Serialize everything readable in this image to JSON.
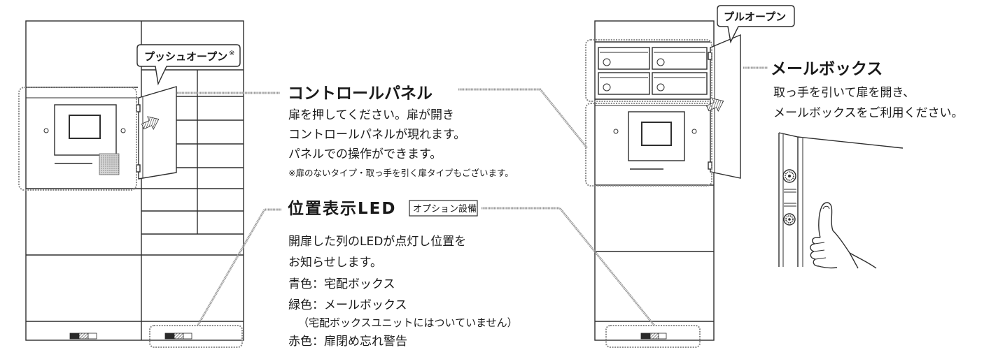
{
  "callouts": {
    "push_open": {
      "label": "プッシュオープン",
      "mark": "※"
    },
    "pull_open": {
      "label": "プルオープン"
    }
  },
  "control_panel": {
    "title": "コントロールパネル",
    "lines": [
      "扉を押してください。扉が開き",
      "コントロールパネルが現れます。",
      "パネルでの操作ができます。"
    ],
    "note": "※扉のないタイプ・取っ手を引く扉タイプもございます。"
  },
  "led": {
    "title": "位置表示LED",
    "option_tag": "オプション設備",
    "lines": [
      "開扉した列のLEDが点灯し位置を",
      "お知らせします。"
    ],
    "legend": [
      {
        "text": "青色：宅配ボックス"
      },
      {
        "text": "緑色：メールボックス",
        "note": "（宅配ボックスユニットにはついていません）"
      },
      {
        "text": "赤色：扉閉め忘れ警告"
      }
    ]
  },
  "mailbox": {
    "title": "メールボックス",
    "lines": [
      "取っ手を引いて扉を開き、",
      "メールボックスをご利用ください。"
    ]
  }
}
